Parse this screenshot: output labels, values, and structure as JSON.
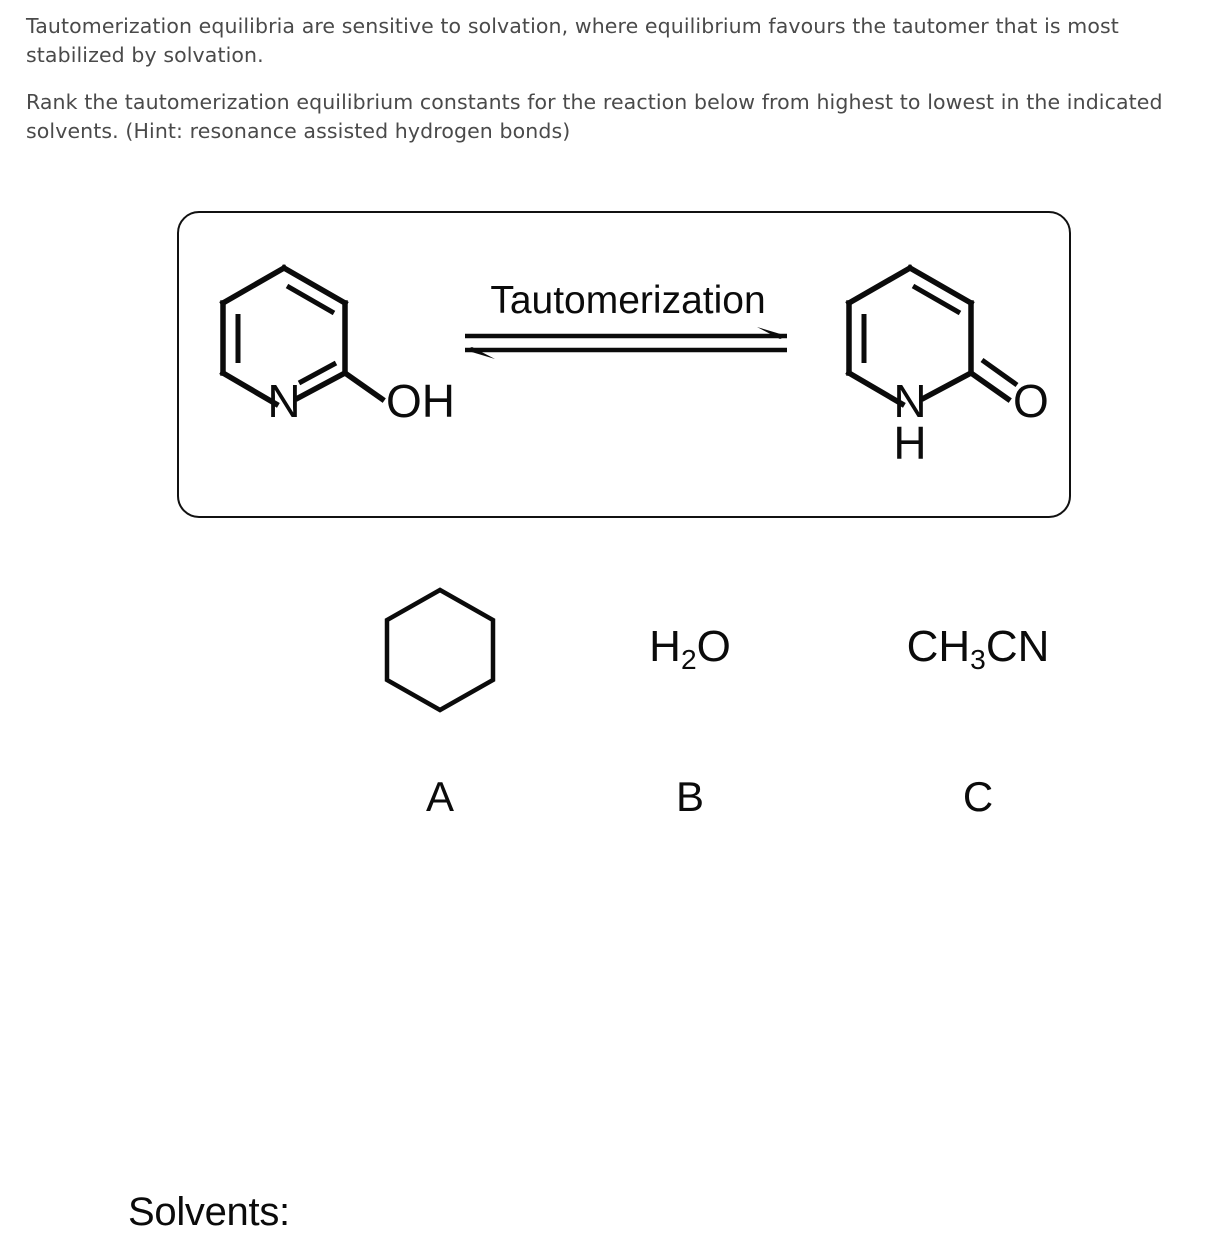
{
  "question": {
    "paragraphs": [
      "Tautomerization equilibria are sensitive to solvation, where equilibrium favours the tautomer that is most stabilized by solvation.",
      "Rank the tautomerization equilibrium constants for the reaction below from highest to lowest in the indicated solvents. (Hint: resonance assisted hydrogen bonds)"
    ]
  },
  "reaction": {
    "arrow_label": "Tautomerization",
    "arrow_type": "equilibrium-double-harpoon",
    "reactant": {
      "name": "2-hydroxypyridine",
      "ring_nitrogen_label": "N",
      "substituent_label": "OH"
    },
    "product": {
      "name": "2-pyridone",
      "ring_nitrogen_label": "N",
      "ring_nh_hydrogen_label": "H",
      "carbonyl_oxygen_label": "O"
    },
    "colors": {
      "bond": "#0b0b0b",
      "box_border": "#111111"
    }
  },
  "solvents": {
    "label": "Solvents:",
    "items": [
      {
        "key": "A",
        "formula": "",
        "structure": "hexagon",
        "name": "cyclohexane"
      },
      {
        "key": "B",
        "formula_main": "H",
        "formula_sub": "2",
        "formula_tail": "O",
        "name": "water"
      },
      {
        "key": "C",
        "formula_main": "CH",
        "formula_sub": "3",
        "formula_tail": "CN",
        "name": "acetonitrile"
      }
    ]
  },
  "colors": {
    "text": "#4a4a4a",
    "chem_text": "#0b0b0b",
    "background": "#ffffff"
  }
}
